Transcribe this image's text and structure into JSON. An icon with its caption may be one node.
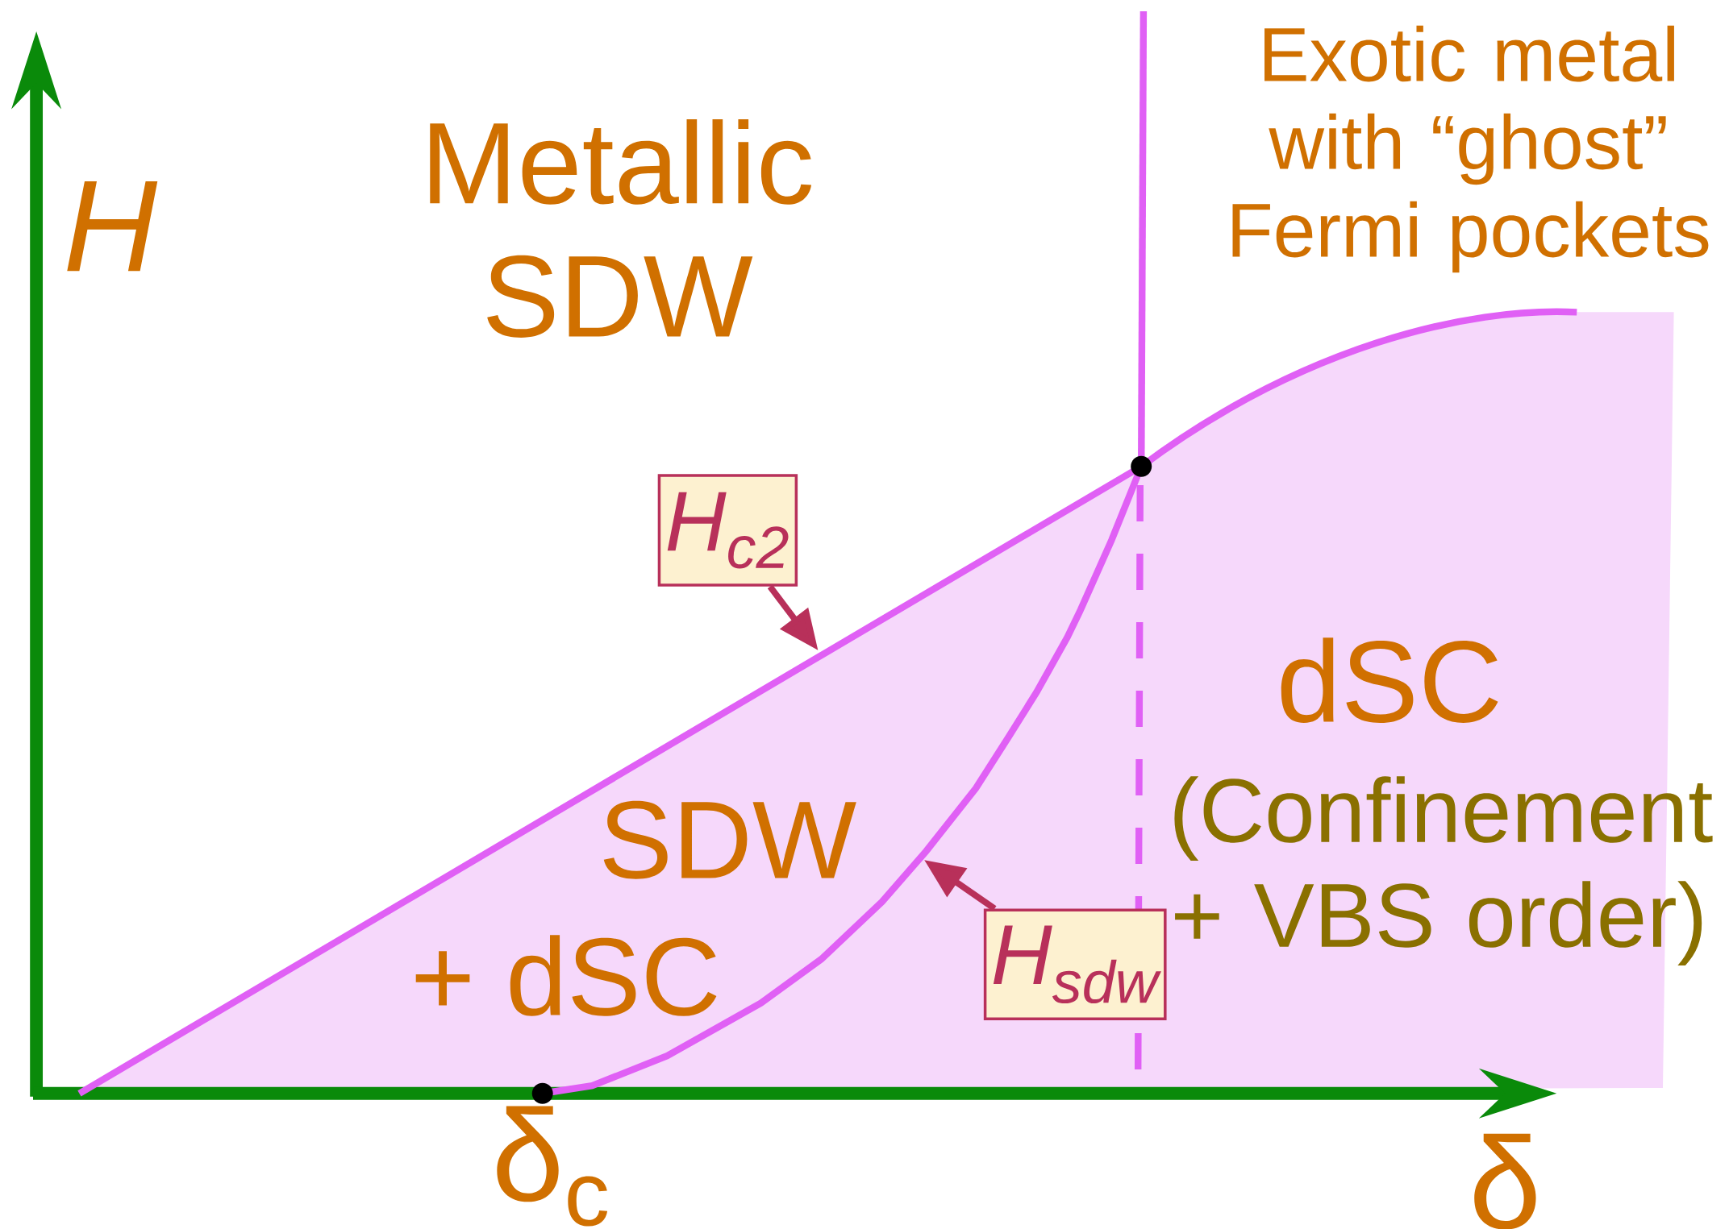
{
  "diagram": {
    "nodes": [
      {
        "text": [
          "H$_{c2}$"
        ]
      },
      {
        "text": [
          "H$_{sdw}$"
        ]
      }
    ],
    "edges": [
      {
        "from": 0,
        "to": null,
        "arrow": "to"
      },
      {
        "from": 1,
        "to": null,
        "arrow": "to"
      }
    ],
    "labels": [
      "H",
      "Metallic SDW",
      "Exotic metal with “ghost” Fermi pockets",
      "dSC",
      "(Confinement + VBS order)",
      "SDW",
      "+ dSC",
      "δ$_{c}$",
      "δ"
    ]
  }
}
